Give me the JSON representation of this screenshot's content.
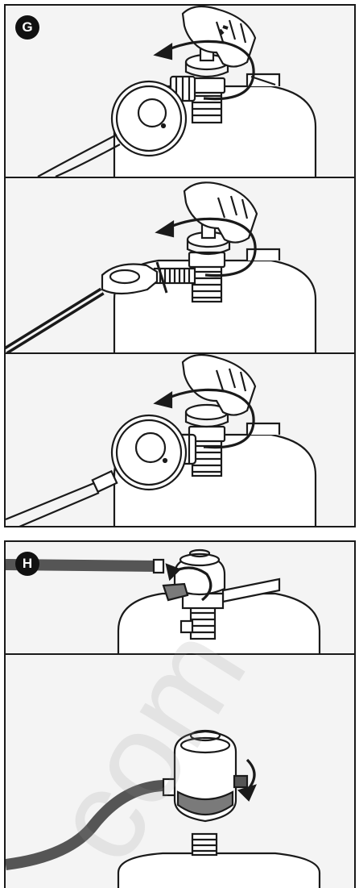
{
  "sections": [
    {
      "badge": "G",
      "panels": [
        {
          "illustration": "open-valve-round-regulator"
        },
        {
          "illustration": "open-valve-pol-connector"
        },
        {
          "illustration": "open-valve-round-regulator-nut"
        }
      ]
    },
    {
      "badge": "H",
      "panels": [
        {
          "illustration": "clip-on-regulator-lever"
        },
        {
          "illustration": "clip-on-regulator-turn"
        }
      ]
    }
  ],
  "watermark": "com",
  "colors": {
    "line": "#1a1a1a",
    "panel": "#f4f4f4",
    "hose": "#555555",
    "regulator_dark": "#7a7a7a"
  }
}
